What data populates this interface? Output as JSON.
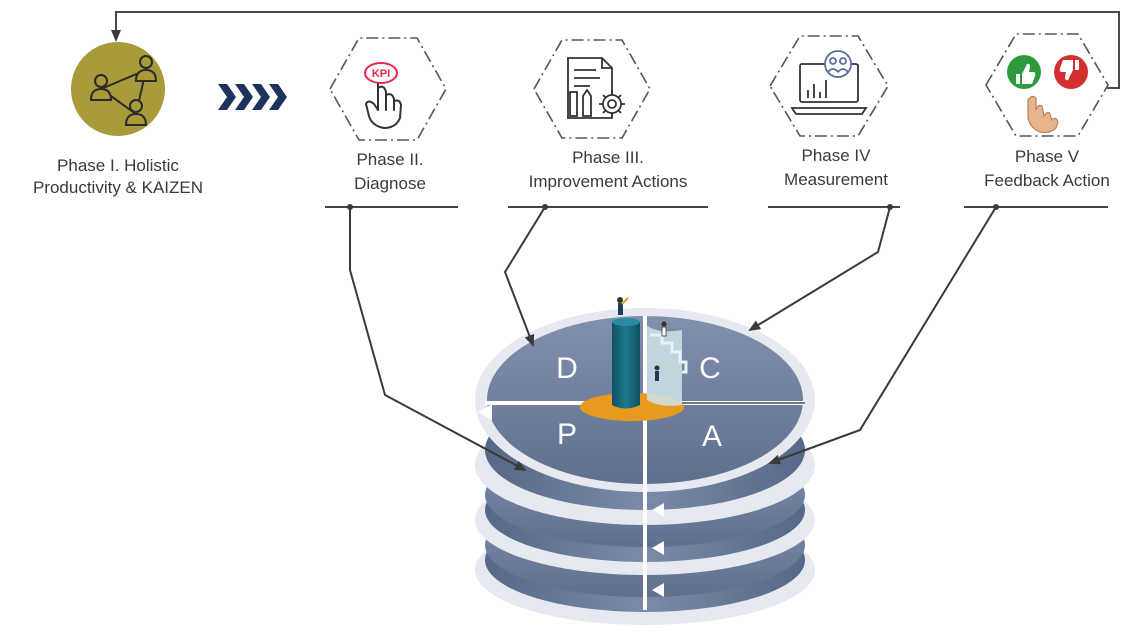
{
  "phases": [
    {
      "id": "phase-1",
      "line1": "Phase I. Holistic",
      "line2": "Productivity & KAIZEN",
      "icon": "team-network-icon"
    },
    {
      "id": "phase-2",
      "line1": "Phase II.",
      "line2": "Diagnose",
      "icon": "kpi-touch-icon"
    },
    {
      "id": "phase-3",
      "line1": "Phase III.",
      "line2": "Improvement Actions",
      "icon": "document-tools-gear-icon"
    },
    {
      "id": "phase-4",
      "line1": "Phase IV",
      "line2": "Measurement",
      "icon": "laptop-chart-team-icon"
    },
    {
      "id": "phase-5",
      "line1": "Phase V",
      "line2": "Feedback Action",
      "icon": "thumbs-feedback-icon"
    }
  ],
  "kpi_badge": "KPI",
  "pdca": {
    "d": "D",
    "c": "C",
    "p": "P",
    "a": "A"
  },
  "colors": {
    "gold": "#a99a3a",
    "disk_top": "#7a89a7",
    "disk_dark": "#5e6f8f",
    "disk_side": "#6d7e9d",
    "ring": "#e6eaf0",
    "green": "#2f9a3d",
    "red": "#d32f2f",
    "teal": "#1a6d80",
    "orange": "#e79b1e"
  }
}
